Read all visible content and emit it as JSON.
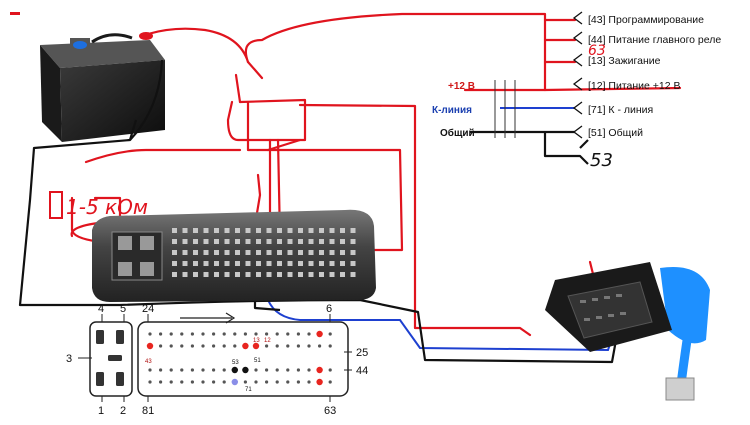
{
  "legend": {
    "rows": [
      {
        "text": "[43] Программирование"
      },
      {
        "text": "[44] Питание главного реле"
      },
      {
        "text": "[13] Зажигание"
      },
      {
        "text": "[12] Питание +12 В"
      },
      {
        "text": "[71] К - линия"
      },
      {
        "text": "[51] Общий"
      }
    ],
    "plus12": "+12 В",
    "kline": "К-линия",
    "ground": "Общий",
    "handwritten_63": "63",
    "handwritten_53": "53"
  },
  "annotations": {
    "resistor": "1-5 кОм"
  },
  "pinout": {
    "n4": "4",
    "n5": "5",
    "n24": "24",
    "n6": "6",
    "n3": "3",
    "n25": "25",
    "n44": "44",
    "n1": "1",
    "n2": "2",
    "n81": "81",
    "n63": "63",
    "n43": "43",
    "n13": "13",
    "n12": "12",
    "n53": "53",
    "n51": "51",
    "n71": "71"
  },
  "colors": {
    "red_wire": "#e0141e",
    "blue_wire": "#1e40d0",
    "black_wire": "#111111",
    "kline_text": "#1a3fb0",
    "plus12_text": "#d01818",
    "pin_red": "#e8251f",
    "pin_blue": "#8a8ee8",
    "cable_blue": "#1e90ff"
  }
}
